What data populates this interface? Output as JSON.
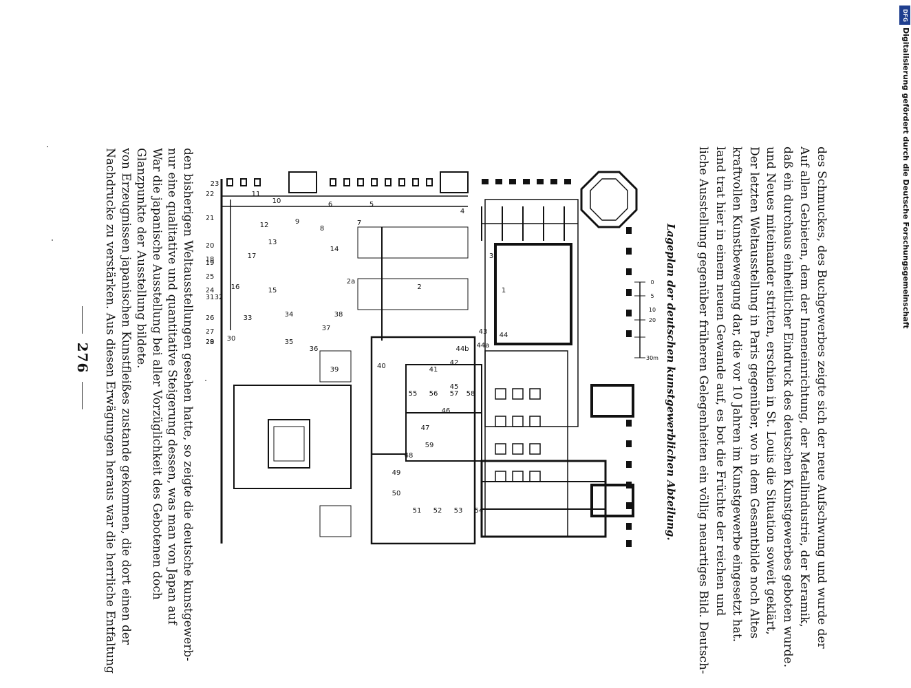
{
  "page": {
    "number": "276",
    "top_paragraph_lines": [
      "Nachdrucke zu verstärken.  Aus diesen Erwägungen heraus war die herrliche Entfaltung",
      "von Erzeugnissen japanischen Kunstfleißes zustande gekommen, die dort einen der",
      "Glanzpunkte der Ausstellung bildete.",
      "War die japanische Ausstellung bei aller Vorzüglichkeit des Gebotenen doch",
      "nur eine qualitative und quantitative Steigerung dessen, was man von Japan auf",
      "den bisherigen Weltausstellungen gesehen hatte, so zeigte die deutsche kunstgewerb-"
    ],
    "figure_caption": "Lageplan der deutschen kunstgewerblichen Abteilung.",
    "bottom_paragraph_lines": [
      "liche Ausstellung gegenüber früheren Gelegenheiten ein völlig neuartiges Bild.  Deutsch-",
      "land trat hier in einem neuen Gewande auf, es bot die Früchte der reichen und",
      "kraftvollen Kunstbewegung dar, die vor 10 Jahren im Kunstgewerbe eingesetzt hat.",
      "Der letzten Weltausstellung in Paris gegenüber, wo in dem Gesamtbilde noch Altes",
      "und Neues miteinander stritten, erschien in St. Louis die Situation soweit geklärt,",
      "daß ein durchaus einheitlicher Eindruck des deutschen Kunstgewerbes geboten wurde.",
      "Auf allen Gebieten, dem der Inneneinrichtung, der Metallindustrie, der Keramik,",
      "des Schmuckes, des Buchgewerbes zeigte sich der neue Aufschwung und wurde der"
    ],
    "credit": "Digitalisierung gefördert durch die Deutsche Forschungsgemeinschaft",
    "badge": "DFG"
  },
  "plan": {
    "scale_labels": [
      "0",
      "5",
      "10",
      "20",
      "30m"
    ],
    "rooms": [
      "1",
      "2",
      "3",
      "4",
      "5",
      "6",
      "7",
      "8",
      "9",
      "10",
      "11",
      "12",
      "13",
      "14",
      "15",
      "16",
      "17",
      "18",
      "19",
      "20",
      "21",
      "22",
      "23",
      "24",
      "25",
      "26",
      "27",
      "28",
      "29",
      "30",
      "31",
      "32",
      "33",
      "34",
      "35",
      "36",
      "37",
      "38",
      "39",
      "40",
      "41",
      "42",
      "43",
      "44",
      "44a",
      "44b",
      "45",
      "46",
      "47",
      "48",
      "49",
      "50",
      "51",
      "52",
      "53",
      "54",
      "55",
      "56",
      "57",
      "58",
      "59",
      "2a"
    ]
  }
}
